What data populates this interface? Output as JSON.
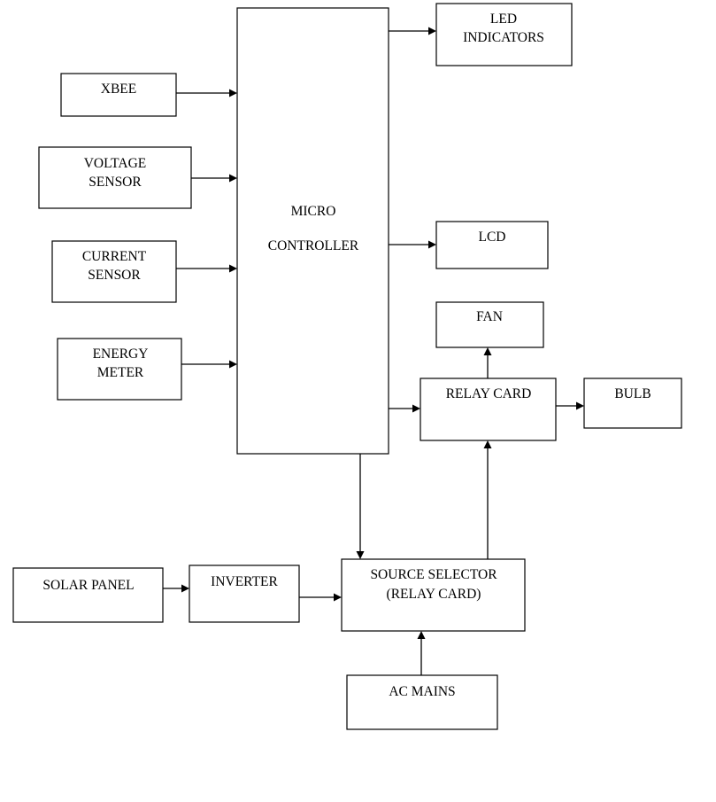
{
  "diagram": {
    "type": "block-diagram",
    "blocks": {
      "microcontroller": {
        "lines": [
          "MICRO",
          "CONTROLLER"
        ]
      },
      "xbee": {
        "lines": [
          "XBEE"
        ]
      },
      "voltage_sensor": {
        "lines": [
          "VOLTAGE",
          "SENSOR"
        ]
      },
      "current_sensor": {
        "lines": [
          "CURRENT",
          "SENSOR"
        ]
      },
      "energy_meter": {
        "lines": [
          "ENERGY",
          "METER"
        ]
      },
      "led_indicators": {
        "lines": [
          "LED",
          "INDICATORS"
        ]
      },
      "lcd": {
        "lines": [
          "LCD"
        ]
      },
      "fan": {
        "lines": [
          "FAN"
        ]
      },
      "relay_card": {
        "lines": [
          "RELAY CARD"
        ]
      },
      "bulb": {
        "lines": [
          "BULB"
        ]
      },
      "solar_panel": {
        "lines": [
          "SOLAR PANEL"
        ]
      },
      "inverter": {
        "lines": [
          "INVERTER"
        ]
      },
      "source_selector": {
        "lines": [
          "SOURCE SELECTOR",
          "(RELAY CARD)"
        ]
      },
      "ac_mains": {
        "lines": [
          "AC MAINS"
        ]
      }
    },
    "connections": [
      {
        "from": "xbee",
        "to": "microcontroller"
      },
      {
        "from": "voltage_sensor",
        "to": "microcontroller"
      },
      {
        "from": "current_sensor",
        "to": "microcontroller"
      },
      {
        "from": "energy_meter",
        "to": "microcontroller"
      },
      {
        "from": "microcontroller",
        "to": "led_indicators"
      },
      {
        "from": "microcontroller",
        "to": "lcd"
      },
      {
        "from": "microcontroller",
        "to": "relay_card"
      },
      {
        "from": "relay_card",
        "to": "fan"
      },
      {
        "from": "relay_card",
        "to": "bulb"
      },
      {
        "from": "microcontroller",
        "to": "source_selector"
      },
      {
        "from": "source_selector",
        "to": "relay_card"
      },
      {
        "from": "solar_panel",
        "to": "inverter"
      },
      {
        "from": "inverter",
        "to": "source_selector"
      },
      {
        "from": "ac_mains",
        "to": "source_selector"
      }
    ]
  }
}
